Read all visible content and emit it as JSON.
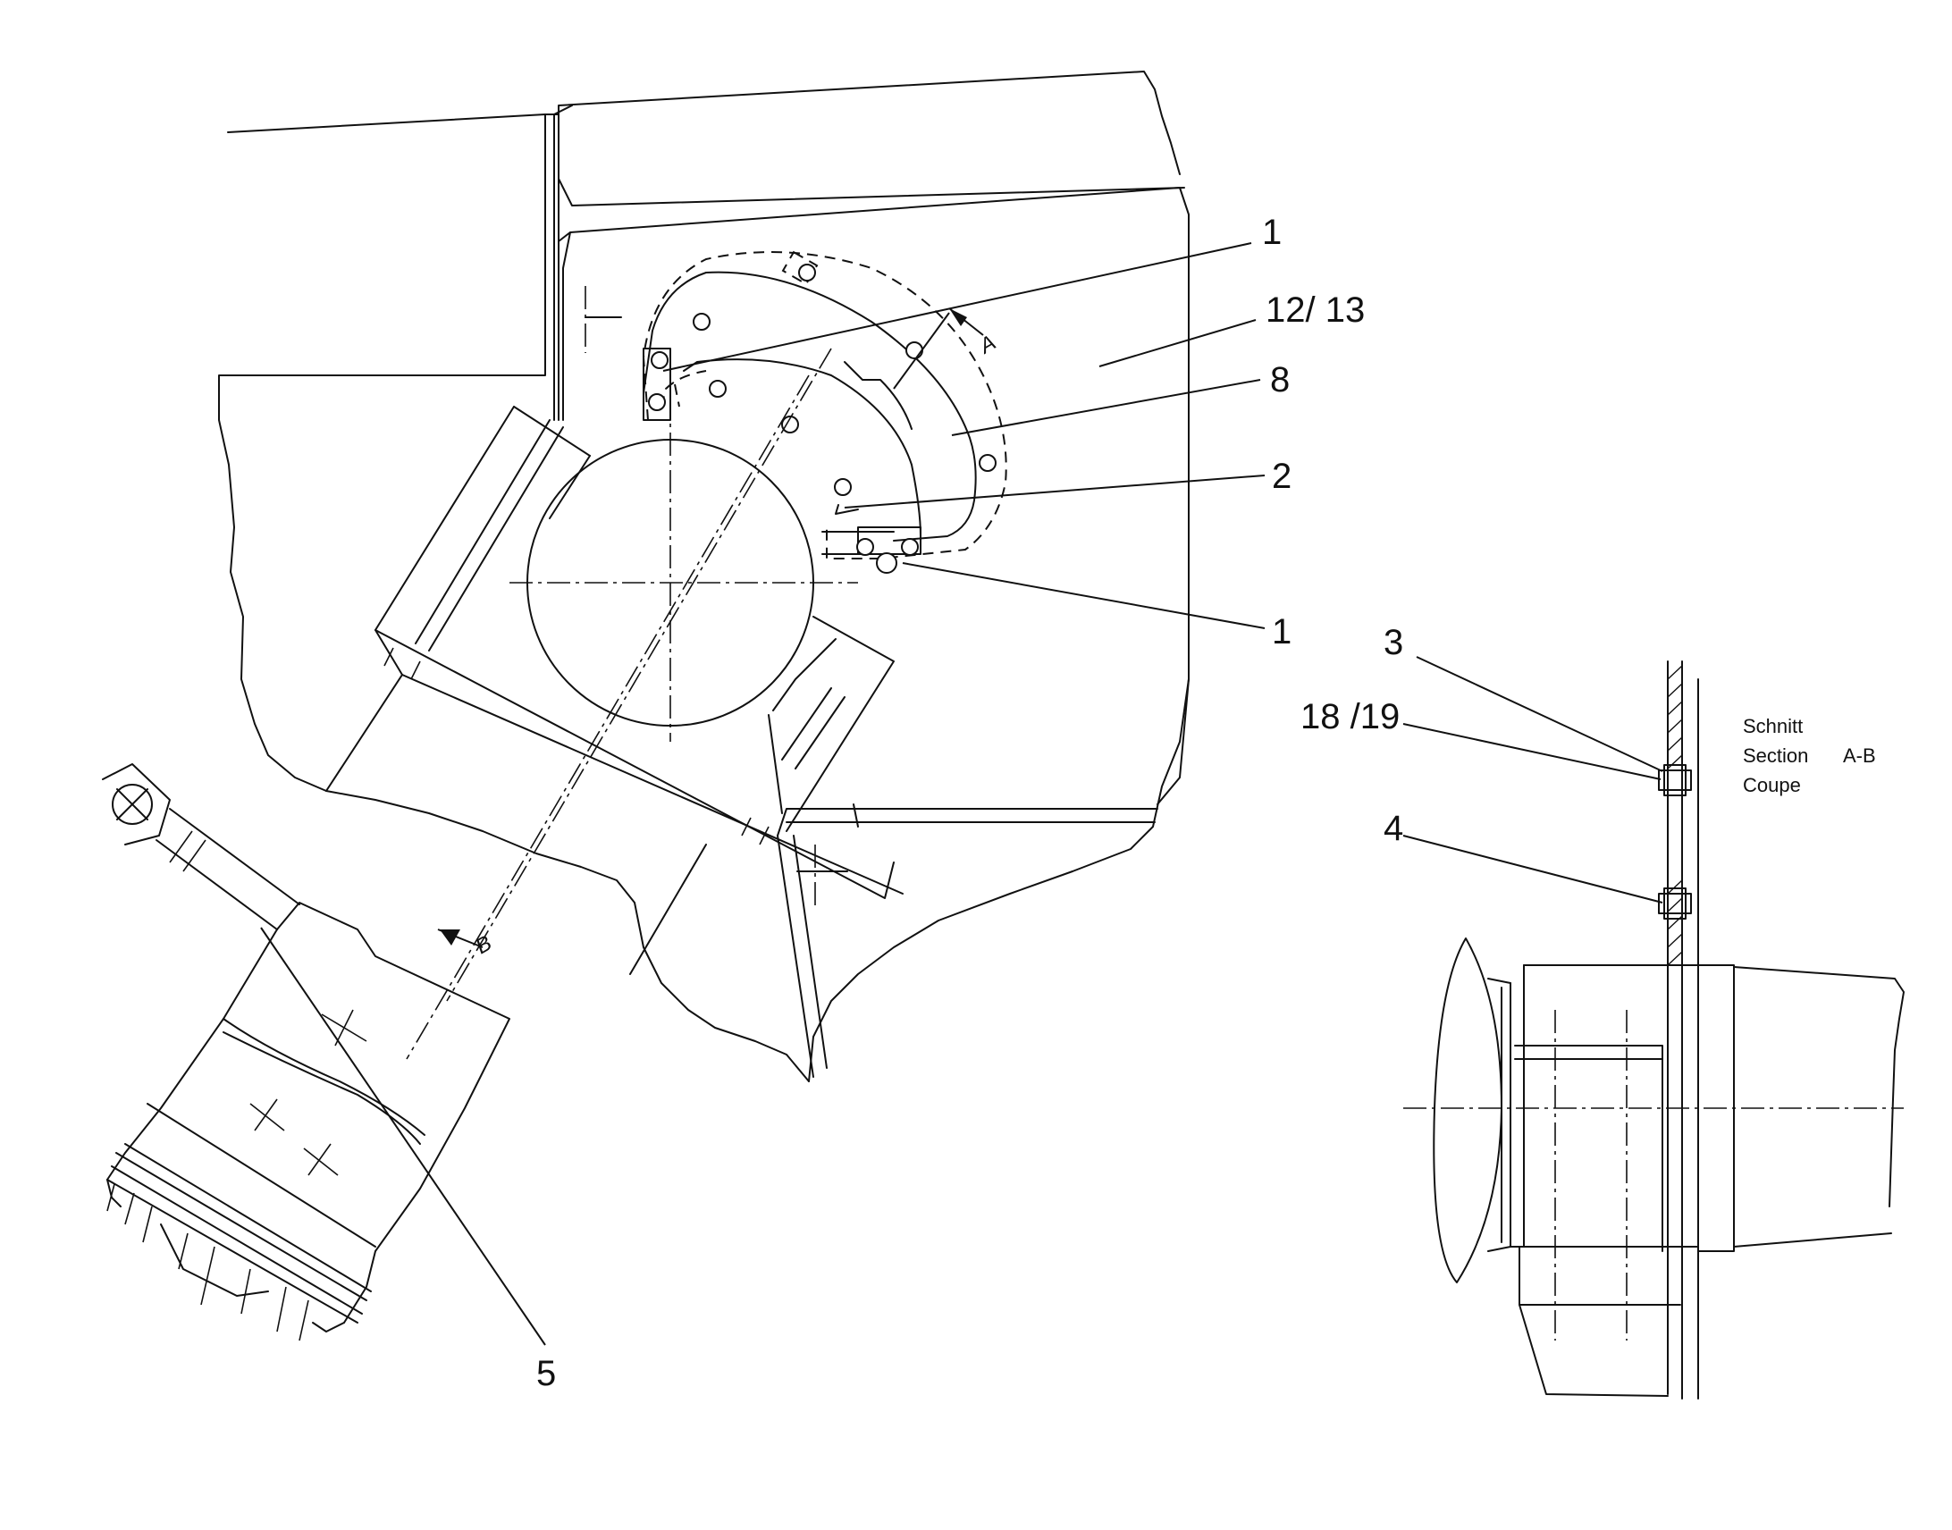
{
  "callouts": {
    "c1_top": "1",
    "c12_13": "12/ 13",
    "c8": "8",
    "c2": "2",
    "c1_bottom": "1",
    "c5": "5",
    "c3": "3",
    "c18_19": "18 /19",
    "c4": "4"
  },
  "section_arrows": {
    "a": "A",
    "b": "B"
  },
  "section_title": {
    "de": "Schnitt",
    "en": "Section",
    "fr": "Coupe",
    "ref": "A-B"
  }
}
